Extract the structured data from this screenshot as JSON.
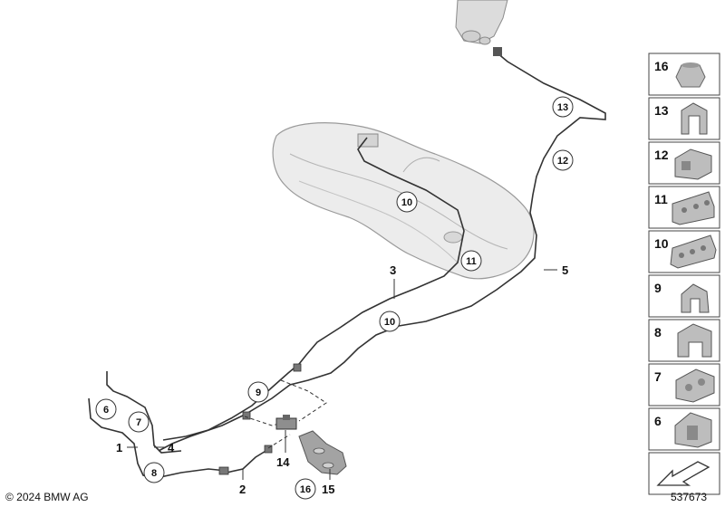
{
  "callouts": [
    "1",
    "2",
    "3",
    "4",
    "5",
    "14",
    "15"
  ],
  "circled_callouts": [
    "6",
    "7",
    "8",
    "9",
    "10",
    "10",
    "11",
    "12",
    "13",
    "16"
  ],
  "parts_panel": [
    "16",
    "13",
    "12",
    "11",
    "10",
    "9",
    "8",
    "7",
    "6"
  ],
  "footer": {
    "copyright": "© 2024 BMW AG",
    "diagram_id": "537673"
  },
  "colors": {
    "line": "#333333",
    "tank_fill": "#e8e8e8",
    "tank_stroke": "#9a9a9a",
    "panel_border": "#444444",
    "part_fill": "#bdbdbd"
  },
  "icons": [
    "arrow-icon"
  ]
}
